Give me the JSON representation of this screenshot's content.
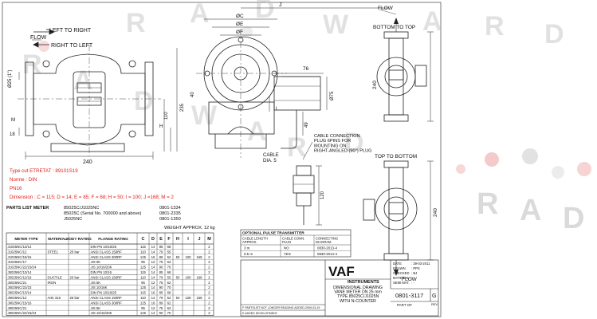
{
  "watermark": {
    "letters_top": [
      "R",
      "A",
      "D",
      "W",
      "A",
      "R",
      "D"
    ],
    "letters_mid": [
      "R",
      "A",
      "D",
      "W",
      "A",
      "R",
      "D"
    ],
    "letters_right": [
      "R",
      "A",
      "D"
    ]
  },
  "left_view": {
    "flow_label": "FLOW",
    "direction_ltr": "LEFT TO RIGHT",
    "direction_rtl": "RIGHT TO LEFT",
    "dim_phi25": "Ø25 (1\")",
    "dim_M": "M",
    "dim_18": "18",
    "dim_240": "240",
    "dim_H": "H",
    "dim_110": "110",
    "dim_235": "235"
  },
  "center_view": {
    "dim_J": "J",
    "dim_phiC": "ØC",
    "dim_phiE": "ØE",
    "dim_phiF": "ØF",
    "dim_76": "76",
    "dim_40": "40",
    "dim_phi75": "Ø75",
    "dim_49": "49",
    "dim_I": "I",
    "cable_label": "CABLE\nDIA. 5",
    "connector_note": "CABLE CONNECTION\nPLUG 6PINS FOR\nMOUNTING ON\nRIGHT-ANGLED (90°) PLUG",
    "dim_120": "120"
  },
  "right_views": {
    "top_flow": "FLOW",
    "top_label": "BOTTOM TO TOP",
    "top_dim": "240",
    "bottom_label": "TOP TO BOTTOM",
    "bottom_flow": "FLOW",
    "bottom_dim": "240"
  },
  "red_notes": {
    "type": "Type cut ETRETAT : 89101S19",
    "norme": "Norme : DIN",
    "pn": "PN16",
    "dims": "Dimension : C = 115; D = 14; E = 85; F = 68; H = 50; I = 100; J =168; M = 2"
  },
  "parts_list": {
    "title": "PARTS LIST METER",
    "lines": [
      {
        "model": "85025C/J1025NC",
        "number": "0801-1334"
      },
      {
        "model": "85025C (Serial No. 700000 and above)",
        "number": "0801-2335"
      },
      {
        "model": "J5025NC",
        "number": "0801-1350"
      }
    ],
    "weight": "WEIGHT APPROX. 12 kg"
  },
  "meter_table": {
    "headers": [
      "METER TYPE",
      "MATERIAL",
      "BODY RATING",
      "FLANGE RATING",
      "C",
      "D",
      "E",
      "F",
      "H",
      "I",
      "J",
      "M"
    ],
    "rows": [
      [
        "J1025NC/13/14",
        "",
        "",
        "DIN PN 10/16/25",
        "115",
        "14",
        "85",
        "68",
        "",
        "",
        "",
        "2"
      ],
      [
        "J1025NC/12",
        "STEEL",
        "25 bar",
        "ANSI CLASS 150RF",
        "110",
        "14",
        "79",
        "55",
        "",
        "",
        "",
        "2"
      ],
      [
        "J1025NC/15/16",
        "",
        "",
        "ANSI CLASS 300RF",
        "125",
        "16",
        "89",
        "62",
        "50",
        "100",
        "168",
        "2"
      ],
      [
        "J1025NC/17",
        "",
        "",
        "JIS 5K",
        "95",
        "12",
        "75",
        "62",
        "",
        "",
        "",
        "2"
      ],
      [
        "J1025NC/22/23/24",
        "",
        "",
        "JIS 10/16/20K",
        "125",
        "14",
        "90",
        "70",
        "",
        "",
        "",
        "2"
      ],
      [
        "J5025NC/13/14",
        "",
        "",
        "DIN PN 10/16",
        "115",
        "14",
        "85",
        "68",
        "",
        "",
        "",
        "2"
      ],
      [
        "J5025NC/12/19",
        "DUCTILE",
        "25 bar",
        "ANSI CLASS 150RF",
        "110",
        "14",
        "79",
        "55",
        "50",
        "100",
        "168",
        "2"
      ],
      [
        "J5025NC/21",
        "IRON",
        "",
        "JIS 5K",
        "95",
        "12",
        "75",
        "62",
        "",
        "",
        "",
        "2"
      ],
      [
        "J5025NC/22/23",
        "",
        "",
        "JIS 10/16K",
        "125",
        "14",
        "90",
        "70",
        "",
        "",
        "",
        "2"
      ],
      [
        "J9025NC/13/14",
        "",
        "",
        "DIN PN 10/16/25",
        "115",
        "16",
        "85",
        "68",
        "",
        "",
        "",
        "2"
      ],
      [
        "J9025NC/12",
        "AISI 316",
        "25 bar",
        "ANSI CLASS 150RF",
        "110",
        "14",
        "79",
        "52",
        "54",
        "128",
        "168",
        "2"
      ],
      [
        "J9025NC/15/16",
        "",
        "",
        "ANSI CLASS 300RF",
        "125",
        "16",
        "89",
        "62",
        "",
        "",
        "",
        "2"
      ],
      [
        "J9025NC/21",
        "",
        "",
        "JIS 5K",
        "95",
        "12",
        "75",
        "62",
        "",
        "",
        "",
        "2"
      ],
      [
        "J9025NC/22/23/24",
        "",
        "",
        "JIS 10/16/20K",
        "125",
        "14",
        "90",
        "70",
        "",
        "",
        "",
        "2"
      ]
    ]
  },
  "transmitter_table": {
    "title": "OPTIONAL PULSE TRANSMITTER",
    "headers": [
      "CABLE LENGTH APPROX.",
      "CABLE CONN. PLUG",
      "CONNECTING DIAGRAM"
    ],
    "rows": [
      [
        "3 m",
        "NO",
        "0830-2013-4"
      ],
      [
        "0.5 m",
        "YES",
        "0830-2014-4"
      ]
    ]
  },
  "title_block": {
    "logo": "VAF",
    "company": "INSTRUMENTS",
    "description": "DIMENSIONAL DRAWING\nVANE METER DN 25 mm\nTYPE 85025C/J1025N\nWITH N-COUNTER",
    "drawing_number": "0801-3117",
    "sheet": "G",
    "meta": [
      {
        "label": "DATE",
        "value": "29-03-2011"
      },
      {
        "label": "DRAWN",
        "value": "PPS"
      },
      {
        "label": "CHECKED",
        "value": "BJ"
      },
      {
        "label": "MATERIAL",
        "value": "-"
      },
      {
        "label": "SEMI MAT.",
        "value": "-"
      }
    ],
    "part_of": "PART OF",
    "rev": "REV",
    "revision_notes": [
      "F  PARTSLIST NOT LONGER READING ADDED-2009-03-19",
      "E  ADDED DEVELOPMENT"
    ]
  }
}
